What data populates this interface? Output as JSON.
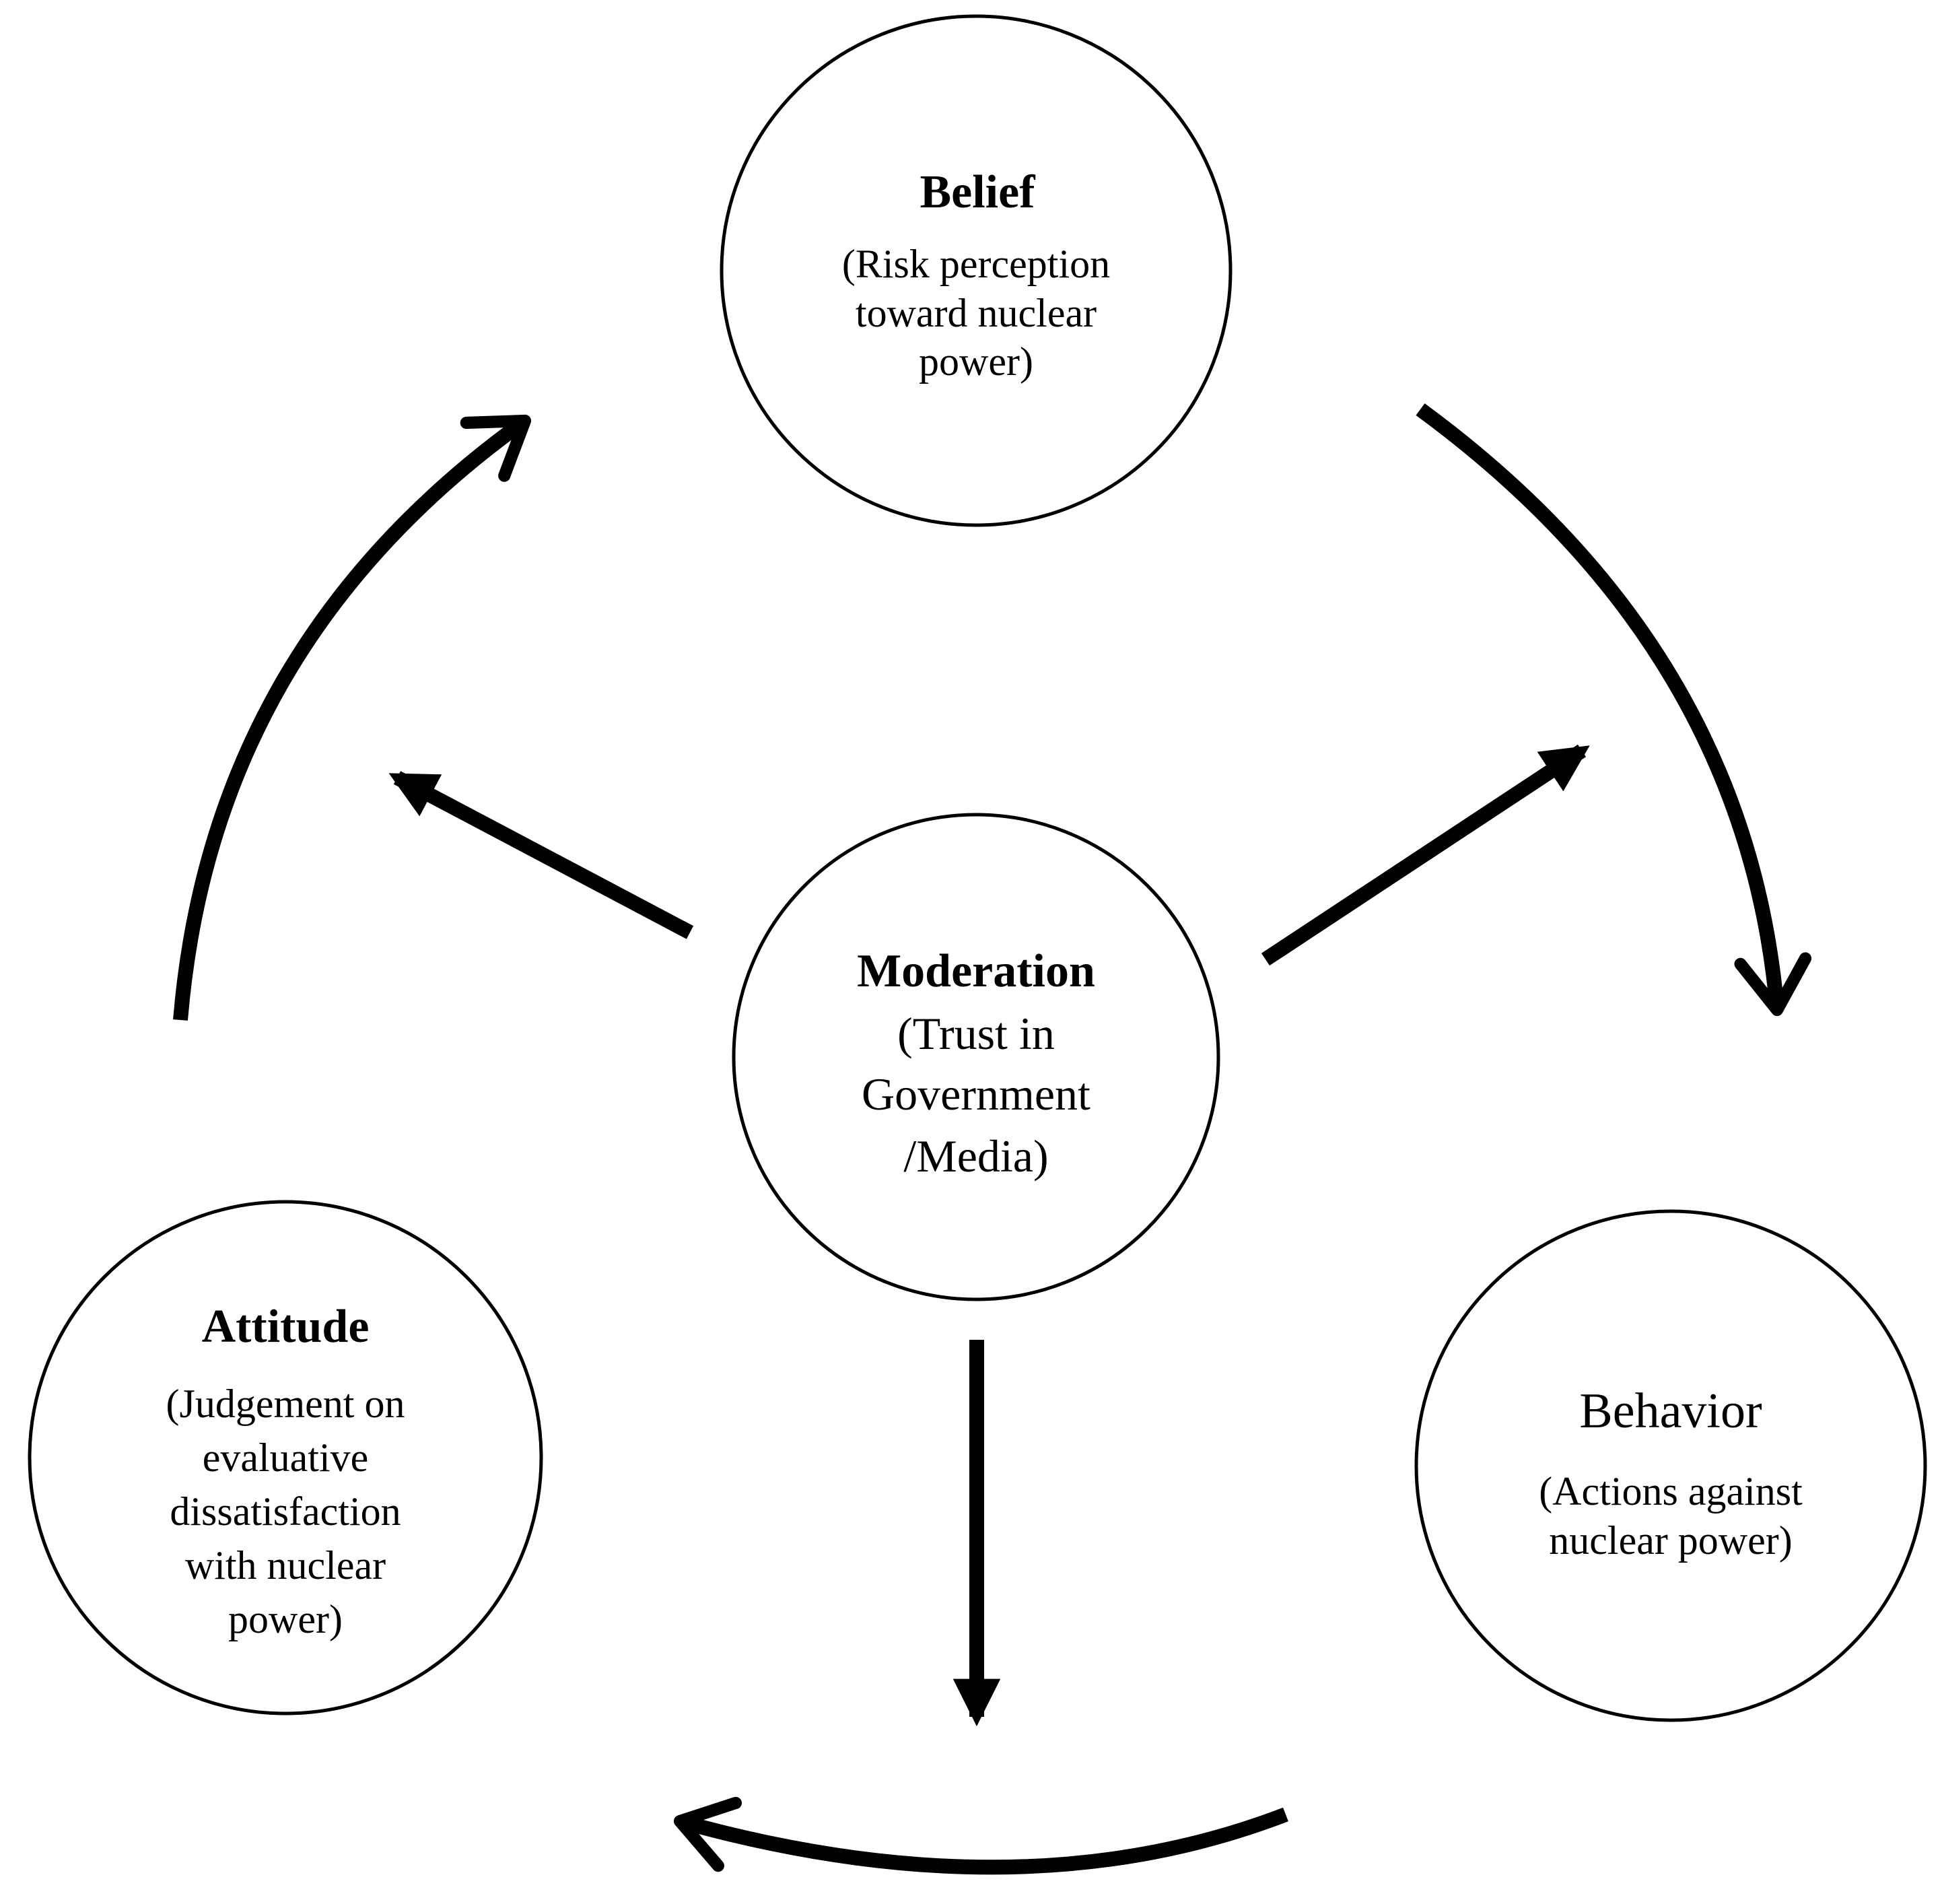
{
  "nodes": {
    "belief": {
      "title": "Belief",
      "lines": [
        "(Risk perception",
        "toward nuclear",
        "power)"
      ]
    },
    "moderation": {
      "title": "Moderation",
      "lines": [
        "(Trust in",
        "Government",
        "/Media)"
      ]
    },
    "attitude": {
      "title": "Attitude",
      "lines": [
        "(Judgement on",
        "evaluative",
        "dissatisfaction",
        "with nuclear",
        "power)"
      ]
    },
    "behavior": {
      "title": "Behavior",
      "lines": [
        "(Actions against",
        "nuclear power)"
      ]
    }
  },
  "colors": {
    "stroke": "#000000",
    "background": "#ffffff"
  }
}
